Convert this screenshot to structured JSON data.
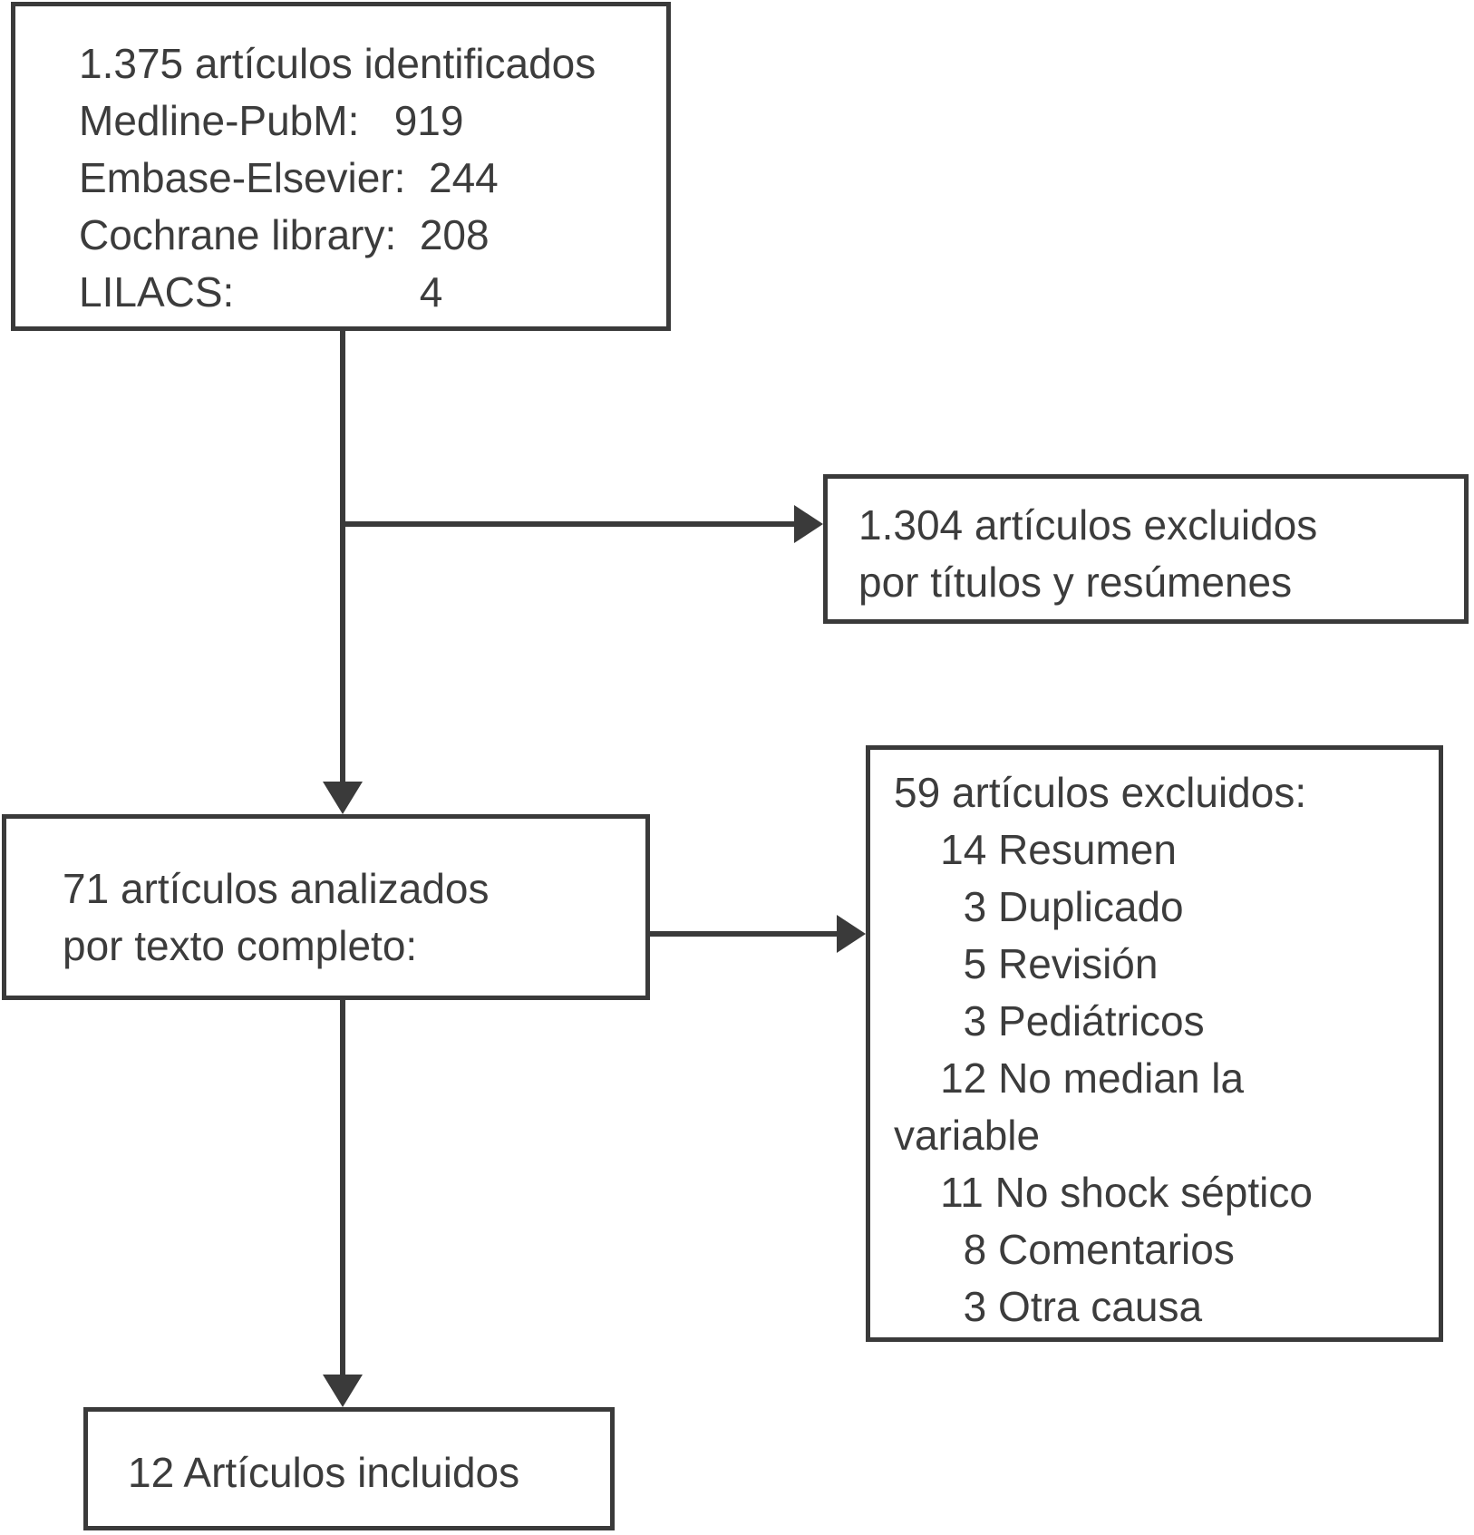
{
  "diagram": {
    "boxes": {
      "identified": {
        "lines": [
          "1.375 artículos identificados",
          "Medline-PubM:   919",
          "Embase-Elsevier:  244",
          "Cochrane library:  208",
          "LILACS:                4"
        ]
      },
      "excluded_by_title": {
        "lines": [
          "1.304 artículos excluidos",
          "por títulos y resúmenes"
        ]
      },
      "full_text_analyzed": {
        "lines": [
          "71 artículos analizados",
          "por texto completo:"
        ]
      },
      "excluded_full_text": {
        "lines": [
          "59 artículos excluidos:",
          "    14 Resumen",
          "      3 Duplicado",
          "      5 Revisión",
          "      3 Pediátricos",
          "    12 No median la",
          "variable",
          "    11 No shock séptico",
          "      8 Comentarios",
          "      3 Otra causa"
        ]
      },
      "included": {
        "lines": [
          "12 Artículos incluidos"
        ]
      }
    },
    "edges": [
      {
        "from": "identified",
        "to": "full_text_analyzed",
        "direction": "down"
      },
      {
        "from": "identified",
        "to": "excluded_by_title",
        "direction": "right"
      },
      {
        "from": "full_text_analyzed",
        "to": "excluded_full_text",
        "direction": "right"
      },
      {
        "from": "full_text_analyzed",
        "to": "included",
        "direction": "down"
      }
    ],
    "colors": {
      "ink": "#3a3a3a",
      "background": "#ffffff"
    }
  }
}
